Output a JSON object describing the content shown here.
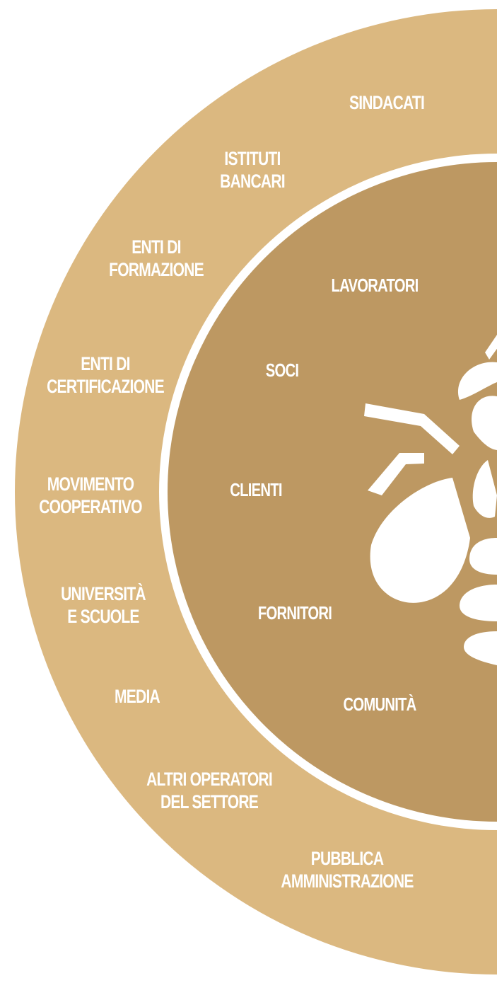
{
  "colors": {
    "outer_ring": "#dbb880",
    "inner_circle": "#bd9862",
    "separator": "#ffffff",
    "text": "#ffffff",
    "icon": "#ffffff"
  },
  "outer_labels": {
    "sindacati": "SINDACATI",
    "istituti_bancari": "ISTITUTI\nBANCARI",
    "enti_formazione": "ENTI DI\nFORMAZIONE",
    "enti_certificazione": "ENTI DI\nCERTIFICAZIONE",
    "movimento_cooperativo": "MOVIMENTO\nCOOPERATIVO",
    "universita_scuole": "UNIVERSITÀ\nE SCUOLE",
    "media": "MEDIA",
    "altri_operatori": "ALTRI OPERATORI\nDEL SETTORE",
    "pubblica_amministrazione": "PUBBLICA\nAMMINISTRAZIONE"
  },
  "inner_labels": {
    "lavoratori": "LAVORATORI",
    "soci": "SOCI",
    "clienti": "CLIENTI",
    "fornitori": "FORNITORI",
    "comunita": "COMUNITÀ"
  },
  "icon": "bee-icon"
}
